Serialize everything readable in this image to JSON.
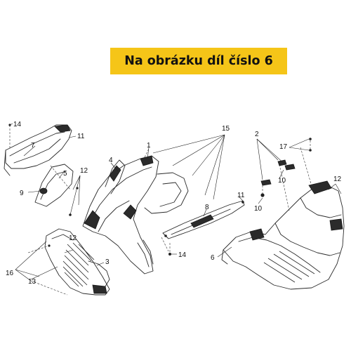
{
  "banner": {
    "text": "Na obrázku díl číslo 6",
    "background": "#f5c518"
  },
  "callouts": {
    "n2": "2",
    "n3": "3",
    "n4": "4",
    "n5": "5",
    "n6": "6",
    "n7": "7",
    "n8": "8",
    "n9": "9",
    "n10a": "10",
    "n10b": "10",
    "n11a": "11",
    "n11b": "11",
    "n12a": "12",
    "n12b": "12",
    "n12c": "12",
    "n13": "13",
    "n14a": "14",
    "n14b": "14",
    "n15": "15",
    "n16": "16",
    "n17": "17"
  }
}
